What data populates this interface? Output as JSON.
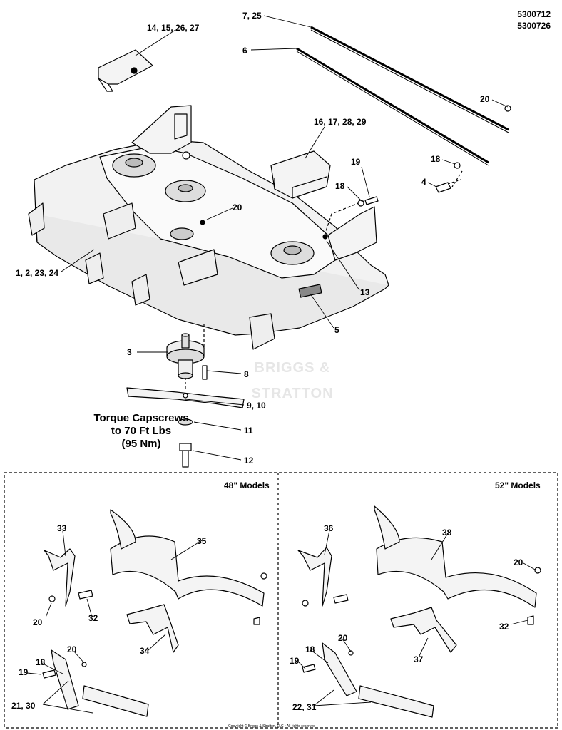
{
  "part_numbers": [
    "5300712",
    "5300726"
  ],
  "watermark": "BRIGGS & STRATTON",
  "torque_note": [
    "Torque Capscrews",
    "to 70 Ft Lbs",
    "(95 Nm)"
  ],
  "panels": {
    "left_title": "48\" Models",
    "right_title": "52\" Models"
  },
  "callouts": {
    "c_14": "14, 15, 26, 27",
    "c_7": "7, 25",
    "c_6": "6",
    "c_20a": "20",
    "c_16": "16, 17, 28, 29",
    "c_19a": "19",
    "c_18a": "18",
    "c_4": "4",
    "c_18b": "18",
    "c_20b": "20",
    "c_1": "1, 2, 23, 24",
    "c_13": "13",
    "c_5": "5",
    "c_3": "3",
    "c_8": "8",
    "c_9": "9, 10",
    "c_11": "11",
    "c_12": "12",
    "c_33": "33",
    "c_35": "35",
    "c_20c": "20",
    "c_32a": "32",
    "c_34": "34",
    "c_20d": "20",
    "c_18c": "18",
    "c_19b": "19",
    "c_21": "21, 30",
    "c_36": "36",
    "c_38": "38",
    "c_20e": "20",
    "c_32b": "32",
    "c_37": "37",
    "c_20f": "20",
    "c_18d": "18",
    "c_19c": "19",
    "c_22": "22, 31"
  },
  "copyright": "Copyright © Briggs & Stratton, LLC • All rights reserved"
}
